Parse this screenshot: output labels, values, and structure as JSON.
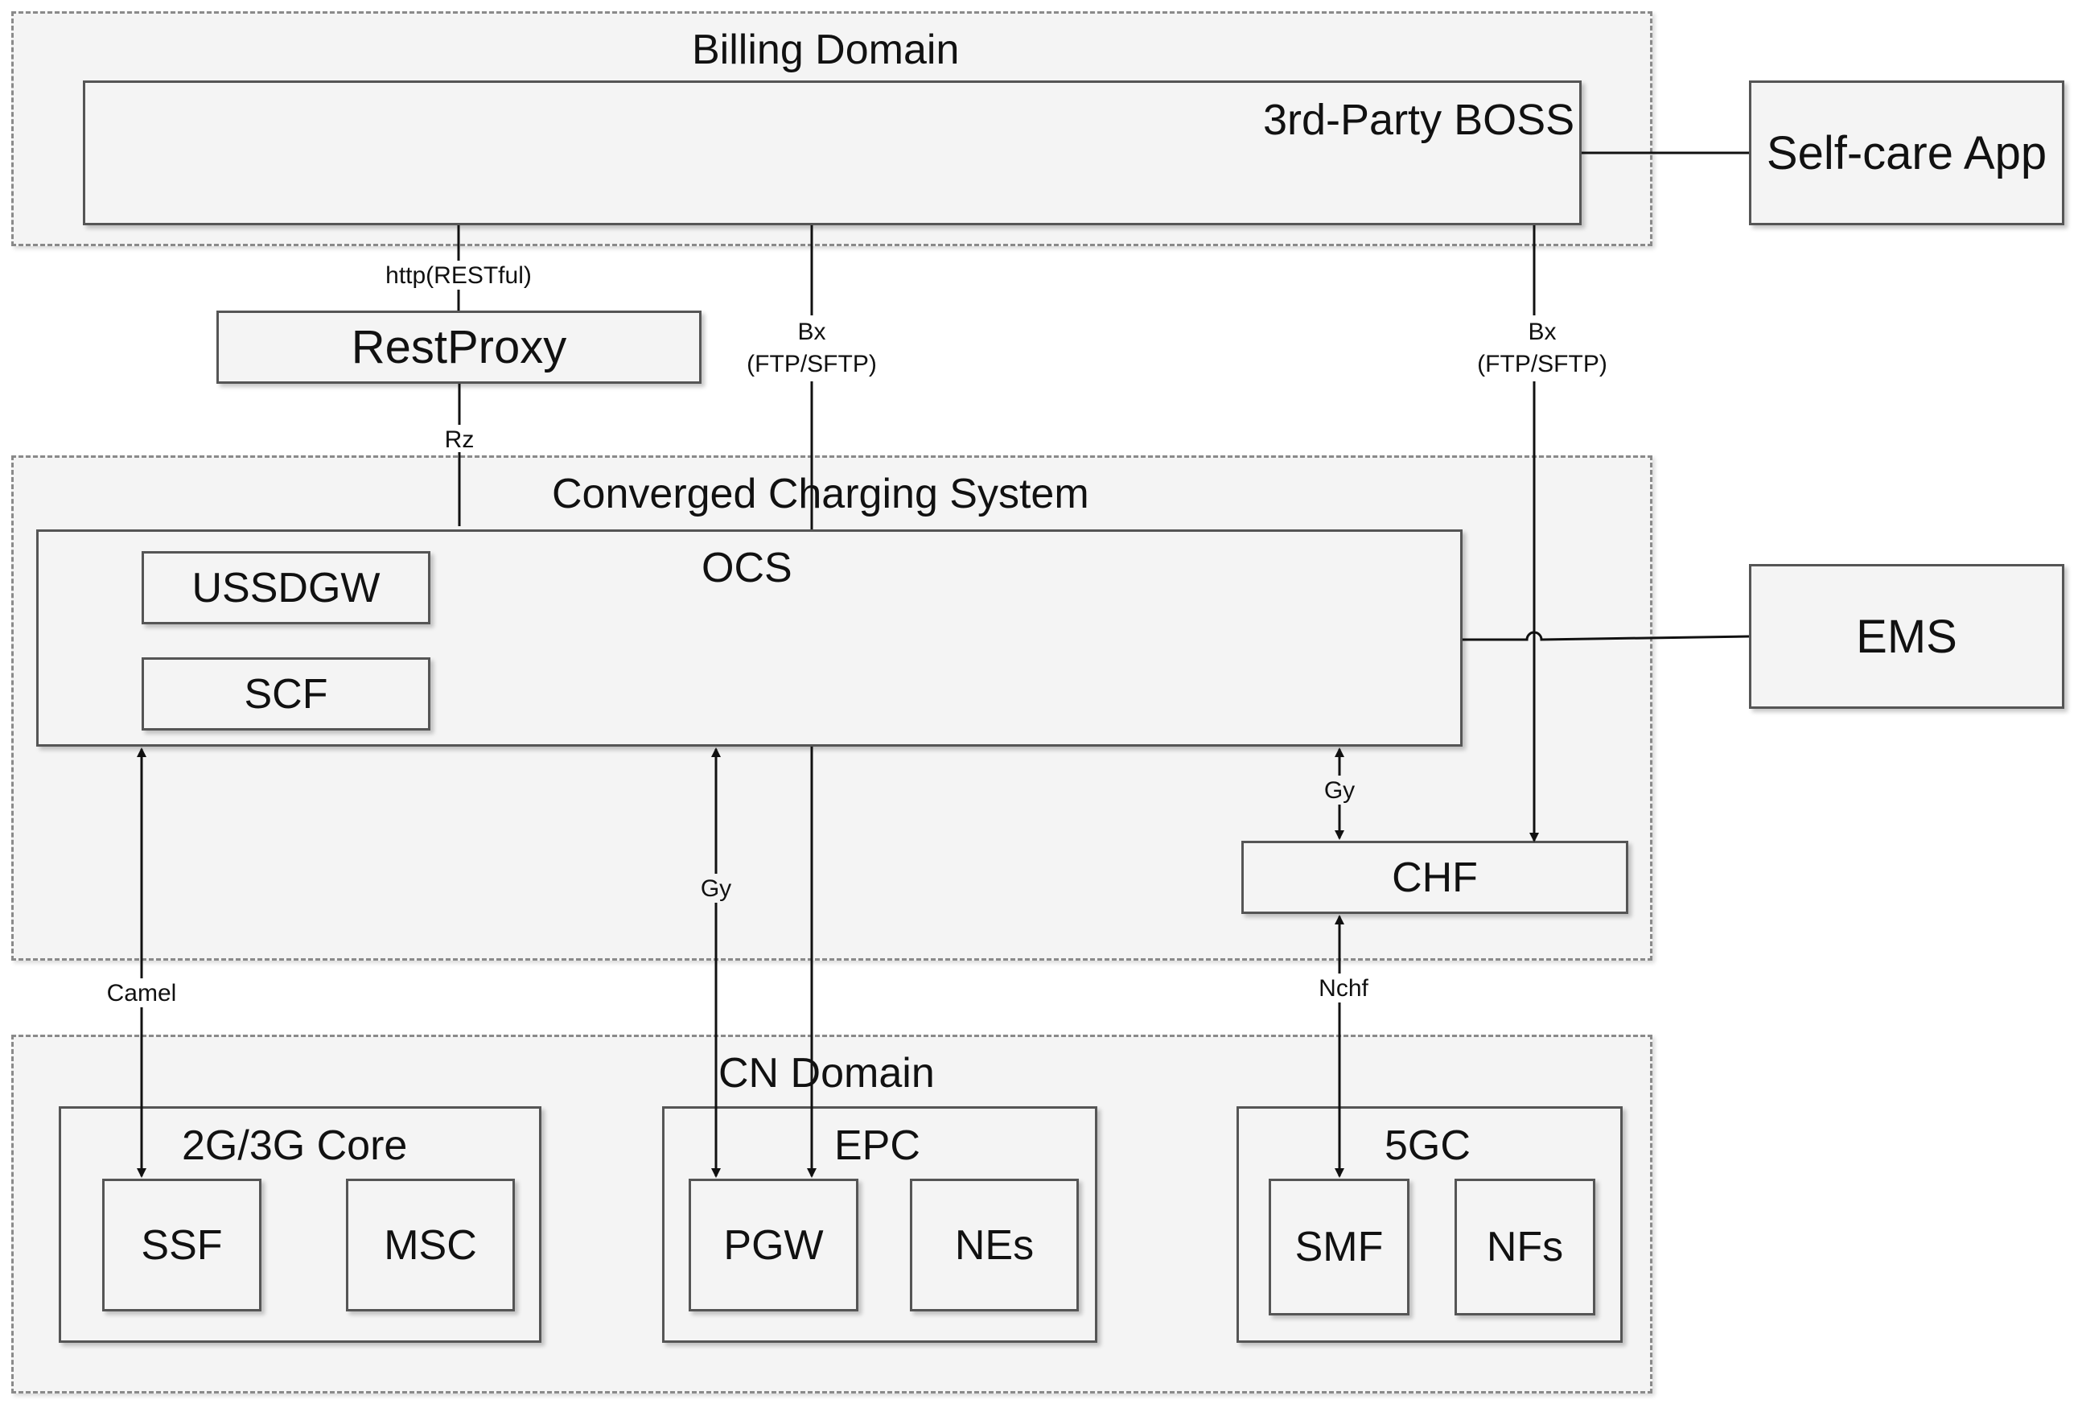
{
  "domains": {
    "billing": "Billing Domain",
    "converged": "Converged Charging System",
    "cn": "CN Domain"
  },
  "nodes": {
    "boss": "3rd-Party BOSS",
    "selfcare": "Self-care App",
    "restproxy": "RestProxy",
    "ocs": "OCS",
    "ussdgw": "USSDGW",
    "scf": "SCF",
    "ems": "EMS",
    "chf": "CHF",
    "core2g3g": "2G/3G Core",
    "ssf": "SSF",
    "msc": "MSC",
    "epc": "EPC",
    "pgw": "PGW",
    "nes": "NEs",
    "core5gc": "5GC",
    "smf": "SMF",
    "nfs": "NFs"
  },
  "links": {
    "http": "http(RESTful)",
    "rz": "Rz",
    "bx1_line1": "Bx",
    "bx1_line2": "(FTP/SFTP)",
    "bx2_line1": "Bx",
    "bx2_line2": "(FTP/SFTP)",
    "gy_ocs_pgw": "Gy",
    "gy_ocs_chf": "Gy",
    "camel": "Camel",
    "nchf": "Nchf"
  },
  "colors": {
    "box_fill": "#f4f4f4",
    "box_border": "#555555",
    "domain_border": "#8a8a8a",
    "line": "#111111"
  }
}
